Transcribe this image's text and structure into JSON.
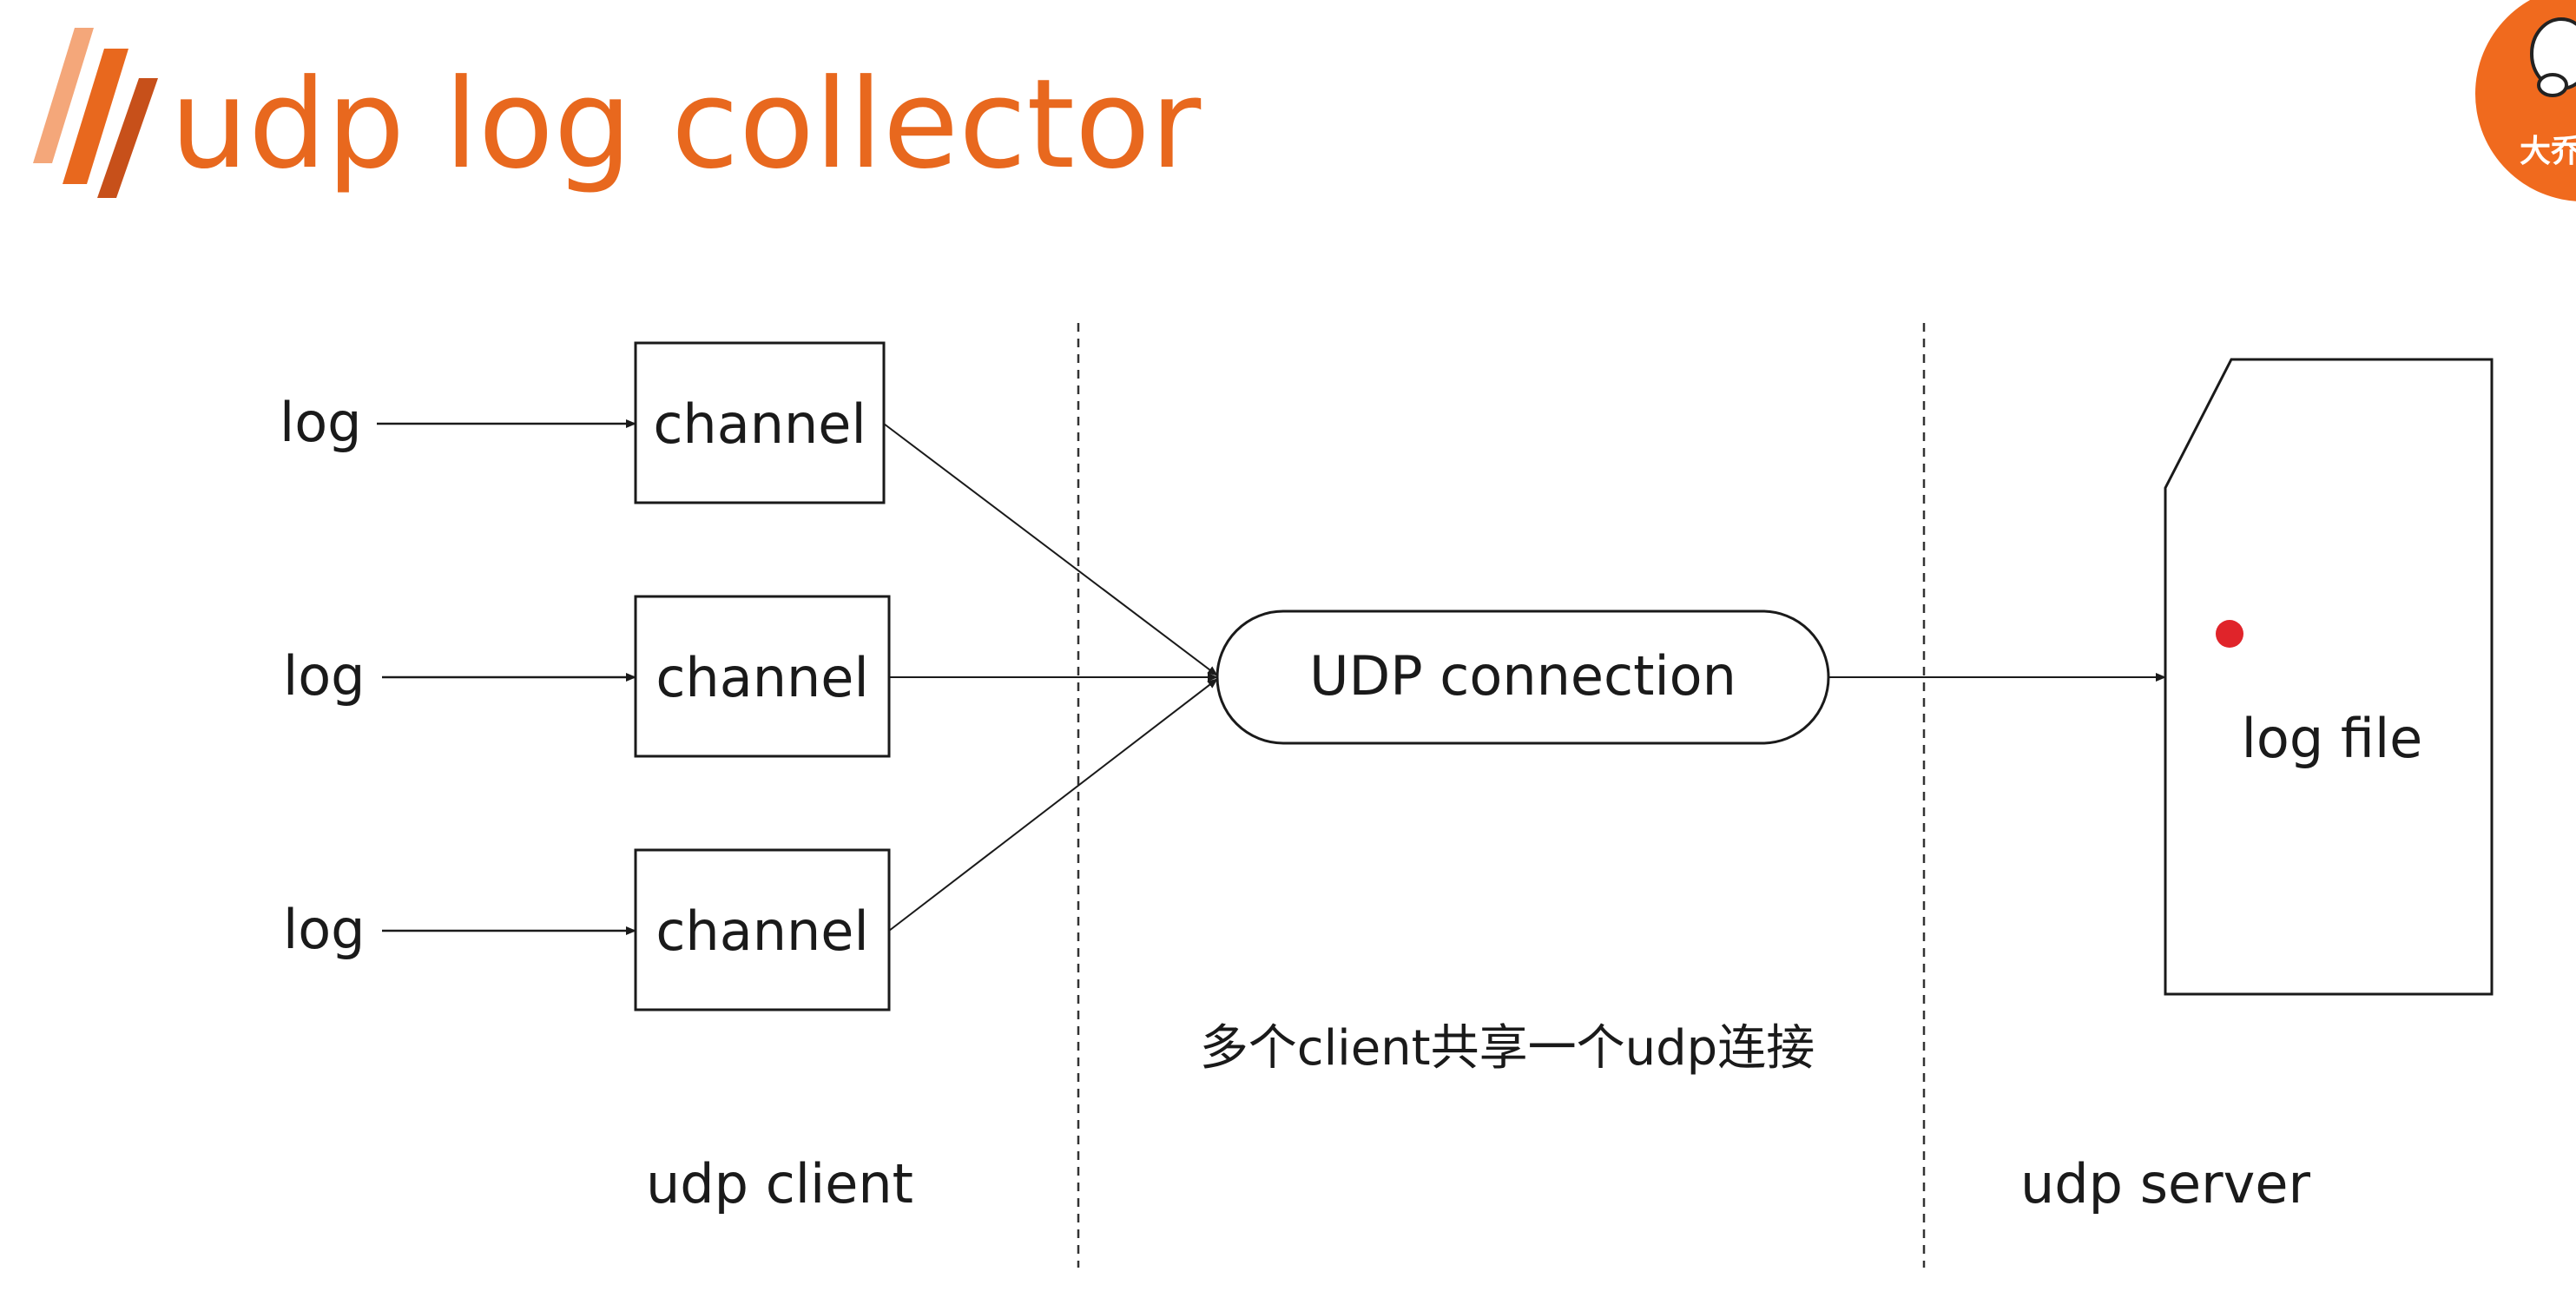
{
  "slide": {
    "title": "udp log collector",
    "accent_color": "#e8681e",
    "logo_badge_text": "大乔"
  },
  "diagram": {
    "client": {
      "zone_label": "udp client",
      "rows": [
        {
          "input_label": "log",
          "channel_label": "channel"
        },
        {
          "input_label": "log",
          "channel_label": "channel"
        },
        {
          "input_label": "log",
          "channel_label": "channel"
        }
      ]
    },
    "connection": {
      "label": "UDP connection",
      "note": "多个client共享一个udp连接"
    },
    "server": {
      "zone_label": "udp server",
      "file_label": "log file"
    }
  }
}
